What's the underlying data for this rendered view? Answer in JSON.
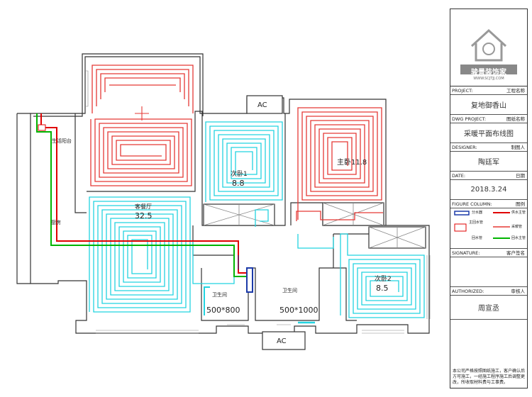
{
  "plan": {
    "rooms": {
      "master": {
        "name": "主卧",
        "area": "11.8"
      },
      "bed1": {
        "name": "次卧1",
        "area": "8.8"
      },
      "bed2": {
        "name": "次卧2",
        "area": "8.5"
      },
      "living": {
        "name": "客餐厅",
        "area": "32.5"
      },
      "bath1": {
        "name": "卫生间",
        "size": "500*800"
      },
      "bath2": {
        "name": "卫生间",
        "size": "500*1000"
      },
      "balcony": {
        "name": "生活阳台"
      },
      "kitchen": {
        "name": "厨房"
      }
    },
    "ac_top": "AC",
    "ac_bottom": "AC"
  },
  "title_block": {
    "logo_text": "骏景装饰家",
    "logo_url": "WWW.SCJTJJ.COM",
    "project_label_en": "PROJECT:",
    "project_label_cn": "工程名称",
    "project_value": "复地御香山",
    "dwg_label_en": "DWG PROJECT:",
    "dwg_label_cn": "图纸名称",
    "dwg_value": "采暖平面布线图",
    "designer_label_en": "DESIGNER:",
    "designer_label_cn": "制图人",
    "designer_value": "陶廷军",
    "date_label_en": "DATE:",
    "date_label_cn": "日期",
    "date_value": "2018.3.24",
    "legend_label_en": "FIGURE COLUMN:",
    "legend_label_cn": "图例",
    "legend_items": [
      "分水器",
      "供水主管",
      "采暖管",
      "回水主管",
      "回水管"
    ],
    "legend_extra": "主回水管",
    "signature_label_en": "SIGNATURE:",
    "signature_label_cn": "客户签名",
    "signature_value": "",
    "authorized_label_en": "AUTHORIZED:",
    "authorized_label_cn": "审核人",
    "authorized_value": "周宣丞",
    "note": "本公司严格按照图纸施工，客户确认后方可施工，一经施工程序施工后调整更改，所收取材料费与工事费。"
  },
  "colors": {
    "supply": "#e00000",
    "return": "#00b400",
    "red_loop": "#e53935",
    "cyan_loop": "#22d3e0",
    "wall": "#333333",
    "manifold": "#1c3aa8"
  }
}
